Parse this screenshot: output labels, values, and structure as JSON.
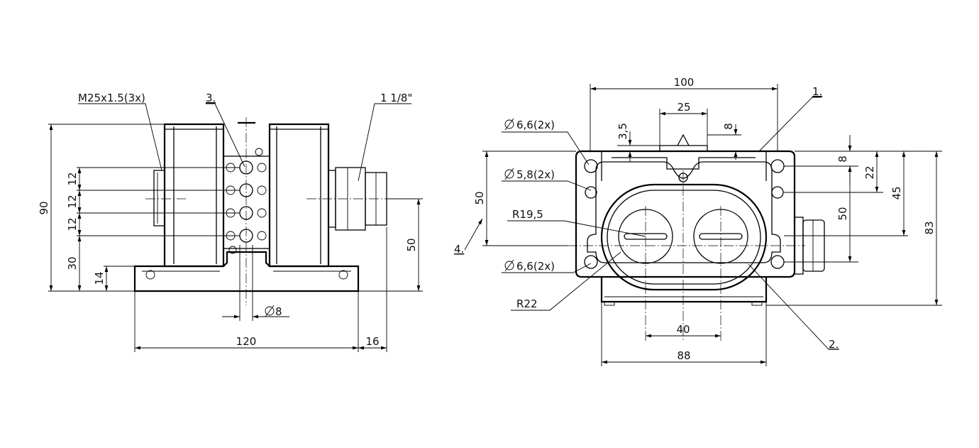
{
  "colors": {
    "line": "#000000",
    "background": "#ffffff"
  },
  "left_view": {
    "callouts": {
      "thread": "M25x1.5(3x)",
      "item3": "3.",
      "conduit": "1 1/8\""
    },
    "dims": {
      "h90": "90",
      "p12a": "12",
      "p12b": "12",
      "p12c": "12",
      "h30": "30",
      "h14": "14",
      "h50": "50",
      "d8": "8",
      "w120": "120",
      "w16": "16"
    }
  },
  "right_view": {
    "callouts": {
      "item1": "1.",
      "item2": "2.",
      "item4": "4.",
      "hole66a": "6,6(2x)",
      "hole58": "5,8(2x)",
      "hole66b": "6,6(2x)",
      "r195": "R19,5",
      "r22": "R22"
    },
    "dims": {
      "w100": "100",
      "w25": "25",
      "d35": "3,5",
      "d8top": "8",
      "h50left": "50",
      "h8right": "8",
      "h22": "22",
      "h45": "45",
      "h50right": "50",
      "h83": "83",
      "w40": "40",
      "w88": "88"
    }
  }
}
